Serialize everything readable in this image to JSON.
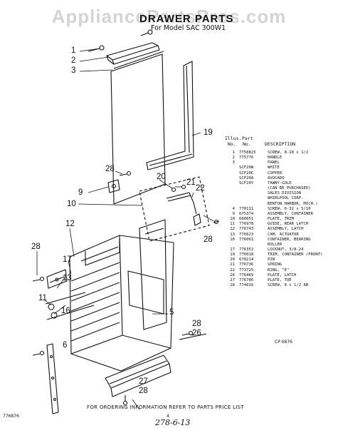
{
  "watermark": "AppliancePartsPros.com",
  "title": "DRAWER PARTS",
  "model": "For Model SAC 300W1",
  "table": {
    "col_illus": [
      "Illus.",
      "No."
    ],
    "col_part": [
      "Part",
      "No."
    ],
    "col_desc": "DESCRIPTION",
    "rows": [
      {
        "no": "1",
        "part": "7758825",
        "desc": "SCREW, 8-18 x 1/2"
      },
      {
        "no": "2",
        "part": "775776",
        "desc": "HANDLE"
      },
      {
        "no": "3",
        "part": "",
        "desc": "PANEL"
      },
      {
        "no": "",
        "part": "SCF20W",
        "desc": "WHITE"
      },
      {
        "no": "",
        "part": "SCF20C",
        "desc": "COPPER"
      },
      {
        "no": "",
        "part": "SCF20A",
        "desc": "AVOCADO"
      },
      {
        "no": "",
        "part": "SCF20Y",
        "desc": "TAWNY-GOLD"
      },
      {
        "no": "",
        "part": "",
        "desc": "(CAN BE PURCHASED)"
      },
      {
        "no": "",
        "part": "",
        "desc": "SALES DIVISION"
      },
      {
        "no": "",
        "part": "",
        "desc": "WHIRLPOOL CORP."
      },
      {
        "no": "",
        "part": "",
        "desc": "BENTON HARBOR, MICH.)"
      },
      {
        "no": "4",
        "part": "770111",
        "desc": "SCREW, 6-32 x 5/16"
      },
      {
        "no": "9",
        "part": "675374",
        "desc": "ASSEMBLY, CONTAINER"
      },
      {
        "no": "10",
        "part": "680051",
        "desc": "PLATE, TRIM"
      },
      {
        "no": "11",
        "part": "776978",
        "desc": "GUIDE, REAR LATCH"
      },
      {
        "no": "12",
        "part": "776743",
        "desc": "ASSEMBLY, LATCH"
      },
      {
        "no": "13",
        "part": "776623",
        "desc": "CAM, ACTUATOR"
      },
      {
        "no": "16",
        "part": "776061",
        "desc": "CONTAINER, BEARING"
      },
      {
        "no": "",
        "part": "",
        "desc": "ROLLER"
      },
      {
        "no": "17",
        "part": "776352",
        "desc": "LOCKNUT, 3/8-24"
      },
      {
        "no": "19",
        "part": "776018",
        "desc": "TRIM, CONTAINER (FRONT)"
      },
      {
        "no": "20",
        "part": "678214",
        "desc": "PIN"
      },
      {
        "no": "21",
        "part": "776736",
        "desc": "SPRING"
      },
      {
        "no": "22",
        "part": "773725",
        "desc": "RING, \"E\""
      },
      {
        "no": "26",
        "part": "776469",
        "desc": "PLATE, LATCH"
      },
      {
        "no": "27",
        "part": "776786",
        "desc": "PLATE, TOE"
      },
      {
        "no": "28",
        "part": "774016",
        "desc": "SCREW, 8 x 1/2 AB"
      }
    ]
  },
  "callouts": [
    {
      "id": "c1",
      "text": "1"
    },
    {
      "id": "c2",
      "text": "2"
    },
    {
      "id": "c3",
      "text": "3"
    },
    {
      "id": "c19",
      "text": "19"
    },
    {
      "id": "c28a",
      "text": "28"
    },
    {
      "id": "c20",
      "text": "20"
    },
    {
      "id": "c21",
      "text": "21"
    },
    {
      "id": "c22",
      "text": "22"
    },
    {
      "id": "c9",
      "text": "9"
    },
    {
      "id": "c10",
      "text": "10"
    },
    {
      "id": "c28b",
      "text": "28"
    },
    {
      "id": "c12",
      "text": "12"
    },
    {
      "id": "c28c",
      "text": "28"
    },
    {
      "id": "c17",
      "text": "17"
    },
    {
      "id": "c13",
      "text": "13"
    },
    {
      "id": "c11",
      "text": "11"
    },
    {
      "id": "c16",
      "text": "16"
    },
    {
      "id": "c6",
      "text": "6"
    },
    {
      "id": "c5",
      "text": "5"
    },
    {
      "id": "c28d",
      "text": "28"
    },
    {
      "id": "c26",
      "text": "26"
    },
    {
      "id": "c27",
      "text": "27"
    },
    {
      "id": "c28e",
      "text": "28"
    }
  ],
  "figure_code": "CP 6876",
  "order_note": "FOR ORDERING INFORMATION REFER TO PARTS PRICE LIST",
  "doc_code": "776876",
  "page_num": "4",
  "handwritten": "278-6-13"
}
